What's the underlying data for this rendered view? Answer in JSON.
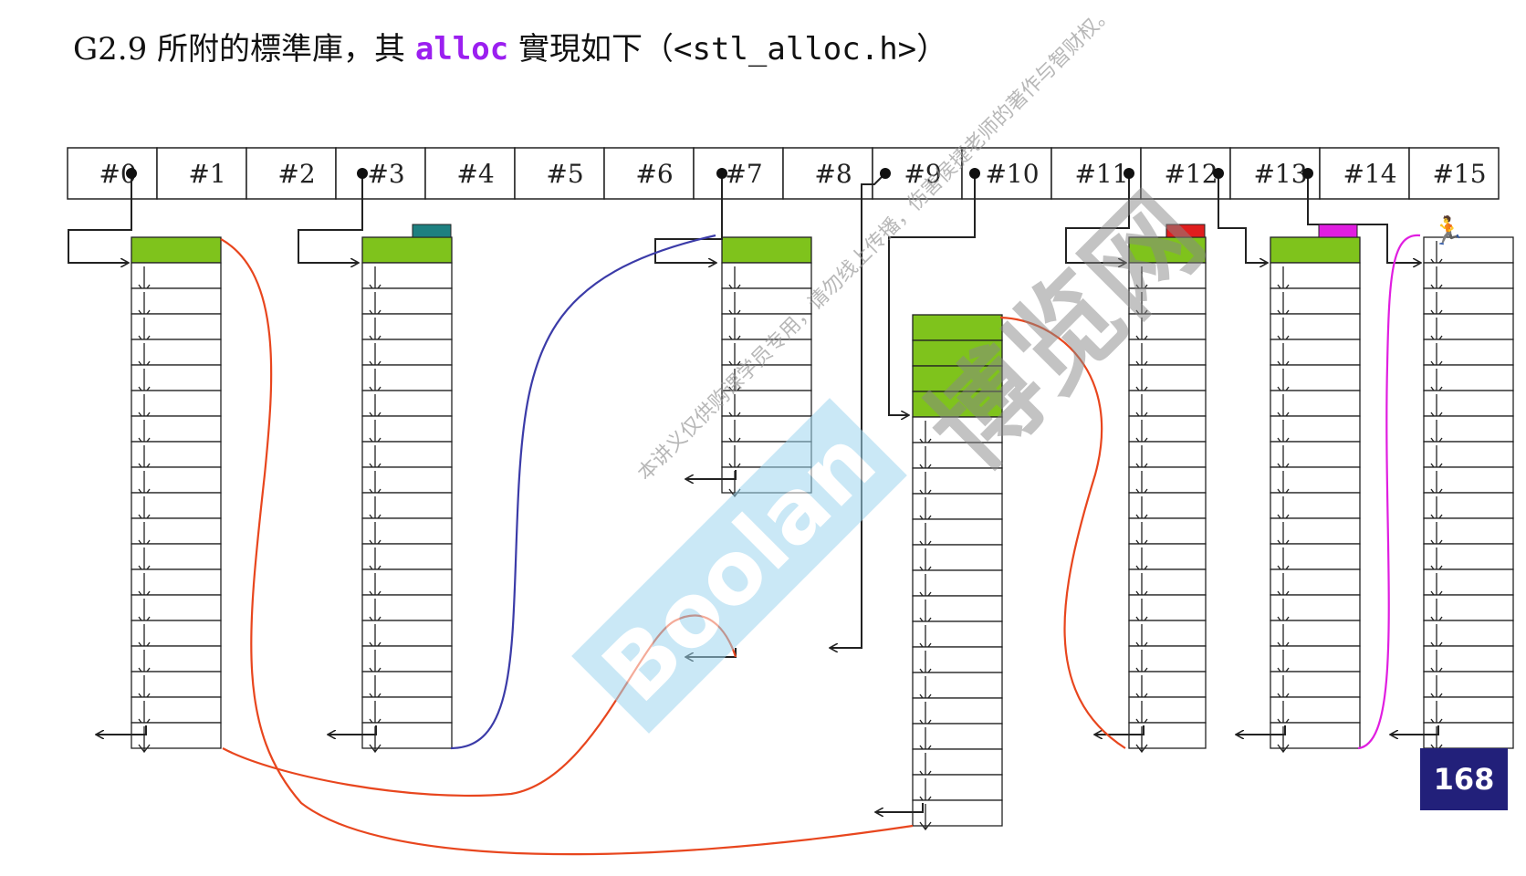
{
  "title": {
    "prefix": "G2.9 所附的標準庫，其 ",
    "keyword": "alloc",
    "middle": " 實現如下（",
    "header_file": "<stl_alloc.h>",
    "suffix": "）"
  },
  "free_list_labels": [
    "#0",
    "#1",
    "#2",
    "#3",
    "#4",
    "#5",
    "#6",
    "#7",
    "#8",
    "#9",
    "#10",
    "#11",
    "#12",
    "#13",
    "#14",
    "#15"
  ],
  "colors": {
    "used_block": "#7fc31c",
    "outline": "#222222",
    "link_red": "#e8461e",
    "link_blue": "#3b3ba8",
    "link_magenta": "#e01ee0",
    "marker_teal": "#1e8080",
    "marker_red": "#e01e1e",
    "marker_magenta": "#e01ee0",
    "page_badge": "#22207a"
  },
  "watermark": {
    "brand": "Boolan",
    "cn_brand": "博览网",
    "note": "本讲义仅供购课学员专用，请勿线上传播，伤害侯捷老师的著作与智财权。"
  },
  "page_number": "168"
}
